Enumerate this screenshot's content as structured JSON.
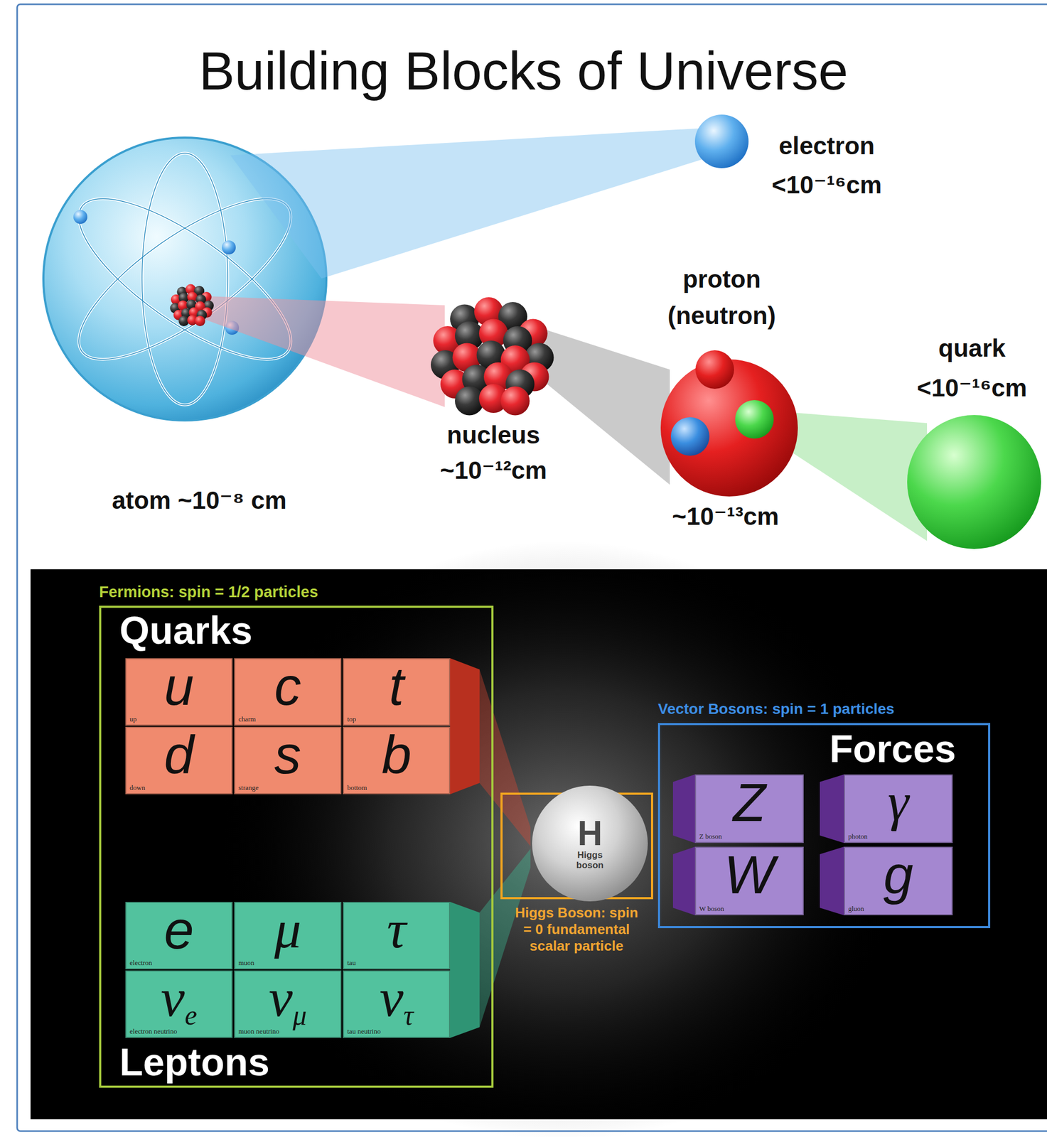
{
  "diagram": {
    "title": "Building Blocks of Universe",
    "nodes": [
      {
        "text": [
          "Fermions: spin = 1/2 particles",
          "Quarks",
          "Leptons"
        ]
      },
      {
        "text": [
          "u",
          "up"
        ],
        "in": 0
      },
      {
        "text": [
          "c",
          "charm"
        ],
        "in": 0
      },
      {
        "text": [
          "t",
          "top"
        ],
        "in": 0
      },
      {
        "text": [
          "d",
          "down"
        ],
        "in": 0
      },
      {
        "text": [
          "s",
          "strange"
        ],
        "in": 0
      },
      {
        "text": [
          "b",
          "bottom"
        ],
        "in": 0
      },
      {
        "text": [
          "e",
          "electron"
        ],
        "in": 0
      },
      {
        "text": [
          "μ",
          "muon"
        ],
        "in": 0
      },
      {
        "text": [
          "τ",
          "tau"
        ],
        "in": 0
      },
      {
        "text": [
          "ν",
          "e",
          "electron neutrino"
        ],
        "in": 0
      },
      {
        "text": [
          "ν",
          "μ",
          "muon neutrino"
        ],
        "in": 0
      },
      {
        "text": [
          "ν",
          "τ",
          "tau neutrino"
        ],
        "in": 0
      },
      {
        "text": [
          "Higgs Boson: spin = 0 fundamental scalar particle"
        ]
      },
      {
        "text": [
          "H",
          "Higgs boson"
        ],
        "in": 13
      },
      {
        "text": [
          "Vector Bosons: spin = 1 particles",
          "Forces"
        ]
      },
      {
        "text": [
          "Z",
          "Z boson"
        ],
        "in": 15
      },
      {
        "text": [
          "γ",
          "photon"
        ],
        "in": 15
      },
      {
        "text": [
          "W",
          "W boson"
        ],
        "in": 15
      },
      {
        "text": [
          "g",
          "gluon"
        ],
        "in": 15
      }
    ],
    "labels": [
      "electron",
      "<10⁻¹⁶cm",
      "proton",
      "(neutron)",
      "quark",
      "<10⁻¹⁶cm",
      "nucleus",
      "~10⁻¹²cm",
      "atom ~10⁻⁸ cm",
      "~10⁻¹³cm"
    ]
  }
}
